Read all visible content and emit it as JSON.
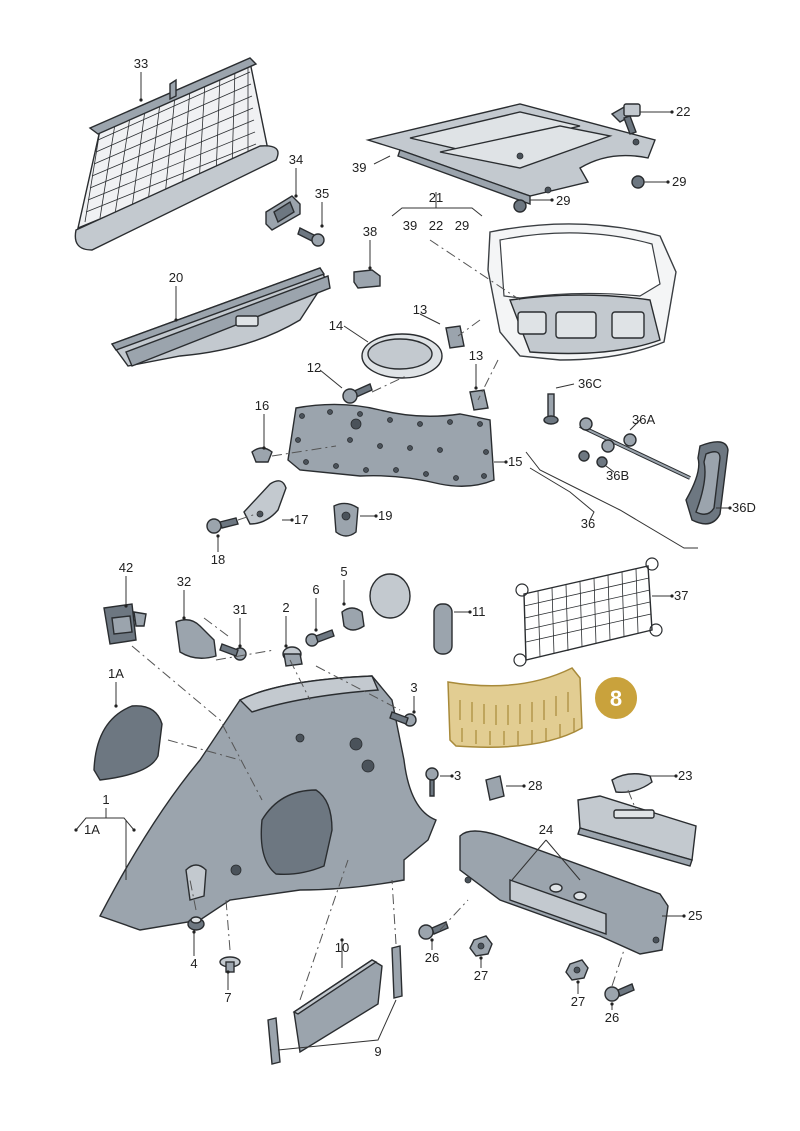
{
  "diagram": {
    "highlight_label": "8",
    "highlight_color": "#c9a23c",
    "part_color": "#9ba4ad",
    "labels": {
      "p33": "33",
      "p22": "22",
      "p34": "34",
      "p35": "35",
      "p39": "39",
      "p21": "21",
      "p29a": "29",
      "p29b": "29",
      "g39": "39",
      "g22": "22",
      "g29": "29",
      "p38": "38",
      "p20": "20",
      "p13a": "13",
      "p14": "14",
      "p13b": "13",
      "p12": "12",
      "p36C": "36C",
      "p36A": "36A",
      "p36B": "36B",
      "p16": "16",
      "p15": "15",
      "p17": "17",
      "p19": "19",
      "p36D": "36D",
      "p36": "36",
      "p18": "18",
      "p42": "42",
      "p32": "32",
      "p6": "6",
      "p5": "5",
      "p31": "31",
      "p2": "2",
      "p11": "11",
      "p37": "37",
      "p1A": "1A",
      "p3a": "3",
      "p3b": "3",
      "p28": "28",
      "p23": "23",
      "p1": "1",
      "g1A": "1A",
      "p24": "24",
      "p25": "25",
      "p4": "4",
      "p7": "7",
      "p26a": "26",
      "p27a": "27",
      "p10": "10",
      "p27b": "27",
      "p26b": "26",
      "p9": "9"
    }
  }
}
